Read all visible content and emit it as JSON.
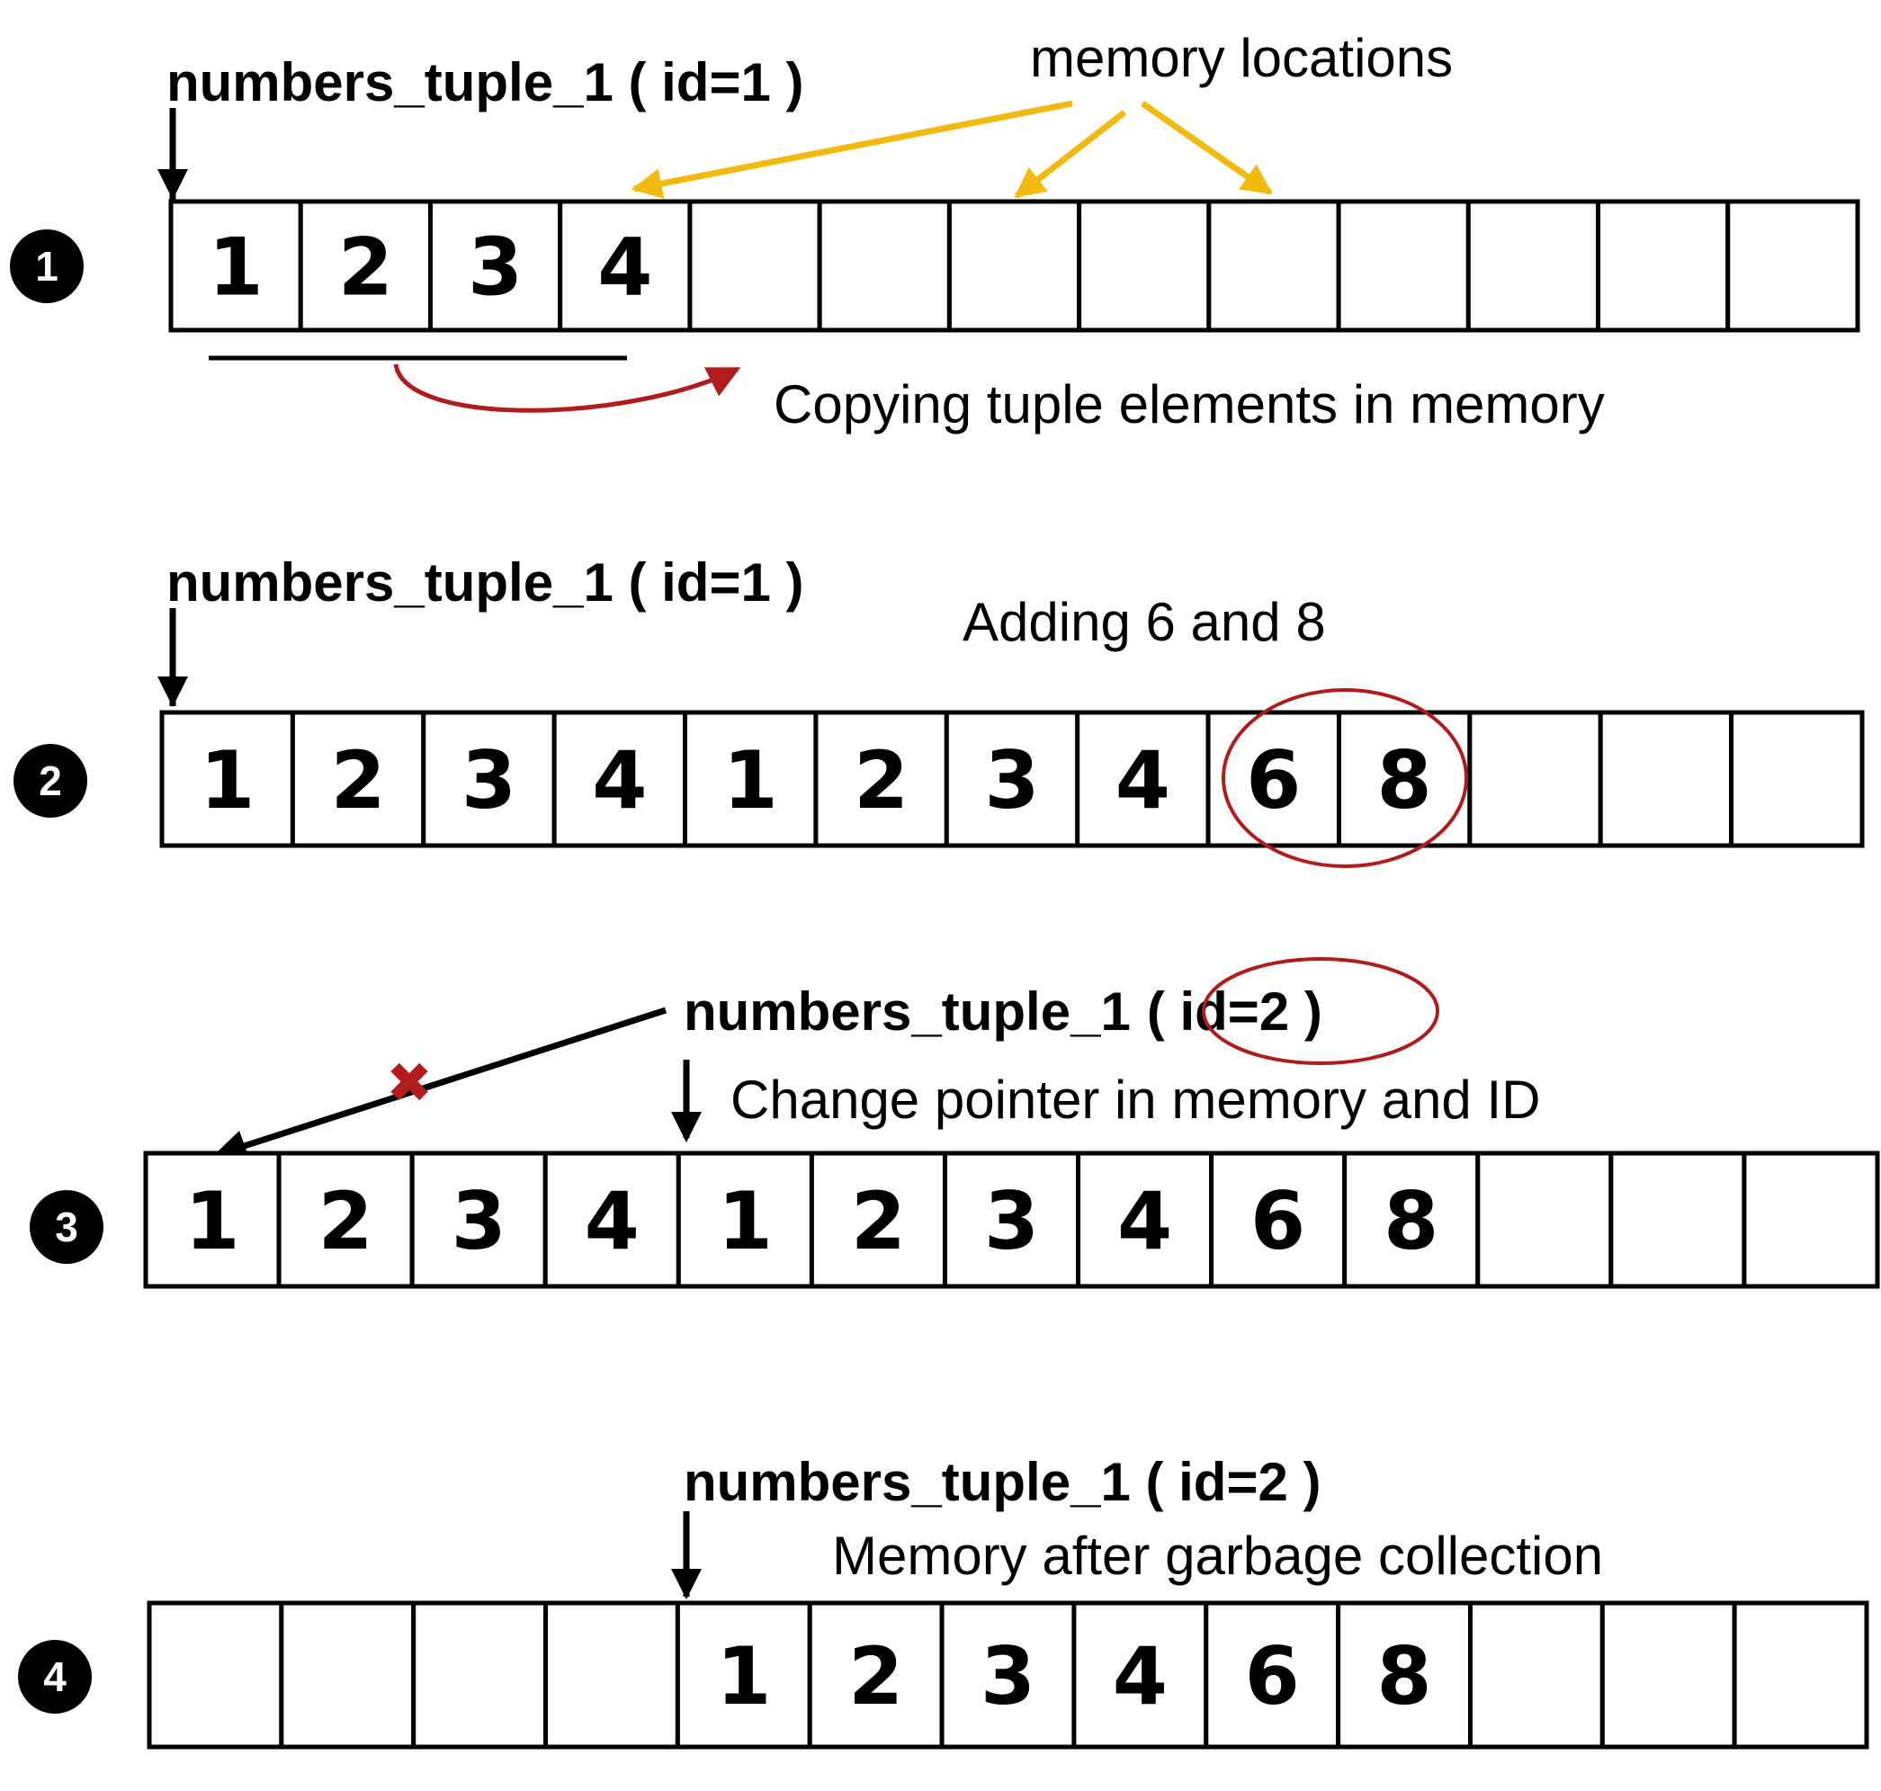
{
  "colors": {
    "arrow_yellow": "#F2B90F",
    "accent_red": "#B01C1C",
    "line": "#000000"
  },
  "steps": [
    {
      "number": "1",
      "label": "numbers_tuple_1 ( id=1 )",
      "cells": [
        "1",
        "2",
        "3",
        "4",
        "",
        "",
        "",
        "",
        "",
        "",
        "",
        "",
        ""
      ],
      "annotations": {
        "memory_locations": "memory locations",
        "copying": "Copying tuple elements in memory"
      }
    },
    {
      "number": "2",
      "label": "numbers_tuple_1 ( id=1 )",
      "cells": [
        "1",
        "2",
        "3",
        "4",
        "1",
        "2",
        "3",
        "4",
        "6",
        "8",
        "",
        "",
        ""
      ],
      "annotations": {
        "adding": "Adding 6 and 8"
      }
    },
    {
      "number": "3",
      "label_name": "numbers_tuple_1",
      "label_id": "( id=2 )",
      "cells": [
        "1",
        "2",
        "3",
        "4",
        "1",
        "2",
        "3",
        "4",
        "6",
        "8",
        "",
        "",
        ""
      ],
      "annotations": {
        "change_pointer": "Change pointer in memory and ID",
        "removed_marker": "✖"
      }
    },
    {
      "number": "4",
      "label": "numbers_tuple_1 ( id=2 )",
      "cells": [
        "",
        "",
        "",
        "",
        "1",
        "2",
        "3",
        "4",
        "6",
        "8",
        "",
        "",
        ""
      ],
      "annotations": {
        "gc": "Memory after garbage collection"
      }
    }
  ]
}
